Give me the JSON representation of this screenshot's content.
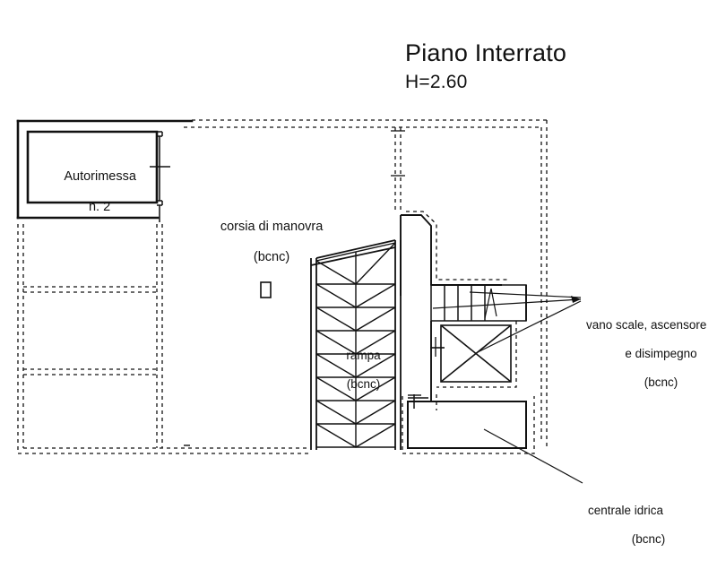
{
  "drawing": {
    "title": "Piano Interrato",
    "height_note": "H=2.60",
    "type": "architectural-floor-plan"
  },
  "labels": {
    "autorimessa": {
      "line1": "Autorimessa",
      "line2": "n. 2"
    },
    "corsia": {
      "line1": "corsia di manovra",
      "line2": "(bcnc)"
    },
    "rampa": {
      "line1": "rampa",
      "line2": "(bcnc)"
    },
    "vano_scale": {
      "line1": "vano scale, ascensore",
      "line2": "e disimpegno",
      "line3": "(bcnc)"
    },
    "centrale_idrica": {
      "line1": "centrale idrica",
      "line2": "(bcnc)"
    }
  },
  "colors": {
    "ink": "#111111",
    "paper": "#ffffff",
    "line": "#1a1a1a"
  }
}
